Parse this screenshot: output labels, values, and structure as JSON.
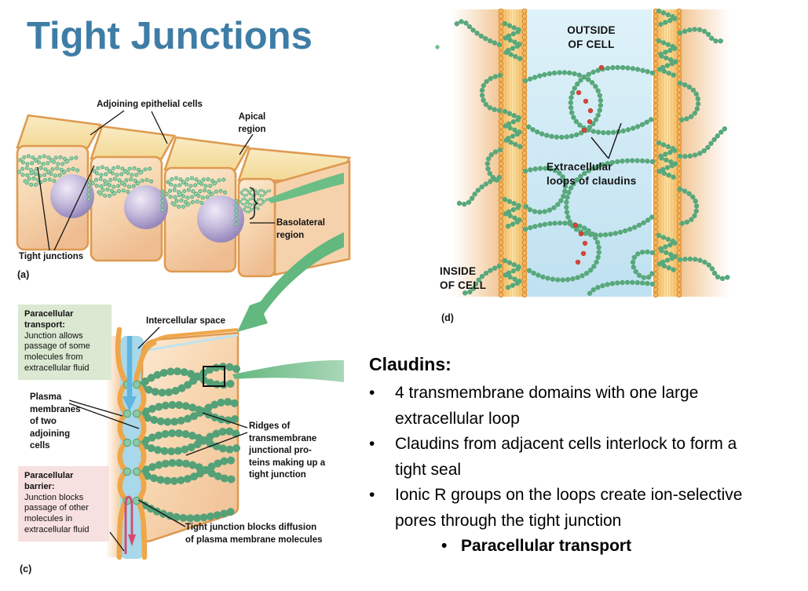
{
  "slide_title": "Tight Junctions",
  "panel_a": {
    "tag": "(a)",
    "label_adjoining": "Adjoining epithelial cells",
    "label_apical": "Apical region",
    "label_basolateral": "Basolateral region",
    "label_tight_junctions": "Tight junctions"
  },
  "panel_c": {
    "tag": "(c)",
    "transport_box": {
      "heading": "Paracellular\ntransport:",
      "body": "Junction allows\npassage of some\nmolecules from\nextracellular fluid"
    },
    "barrier_box": {
      "heading": "Paracellular\nbarrier:",
      "body": "Junction blocks\npassage of other\nmolecules in\nextracellular fluid"
    },
    "label_intercellular_space": "Intercellular space",
    "label_plasma_membranes": "Plasma\nmembranes\nof two\nadjoining\ncells",
    "label_ridges": "Ridges of\ntransmembrane\njunctional pro-\nteins making up a\ntight junction",
    "label_blocks_diffusion": "Tight junction blocks diffusion\nof plasma membrane molecules"
  },
  "panel_d": {
    "tag": "(d)",
    "label_outside": "OUTSIDE\nOF CELL",
    "label_inside": "INSIDE\nOF CELL",
    "label_extracellular_loops": "Extracellular\nloops of claudins"
  },
  "claudins_notes": {
    "heading": "Claudins:",
    "bullet_glyph": "•",
    "bullets": [
      "4 transmembrane domains with one large\nextracellular loop",
      "Claudins from adjacent cells interlock to form a\ntight seal",
      "Ionic R groups on the loops create ion-selective\npores through the tight junction"
    ],
    "sub_bullet": "Paracellular transport"
  },
  "colors": {
    "title_blue": "#3E7DA6",
    "junction_green": "#68BC82",
    "membrane_orange": "#EFA648",
    "intercellular_blue": "#A8D8EA",
    "transport_arrow_blue": "#5FB5DE",
    "barrier_arrow_pink": "#D9486F",
    "transport_box_bg": "#DBE8D2",
    "barrier_box_bg": "#F7E0E0"
  }
}
